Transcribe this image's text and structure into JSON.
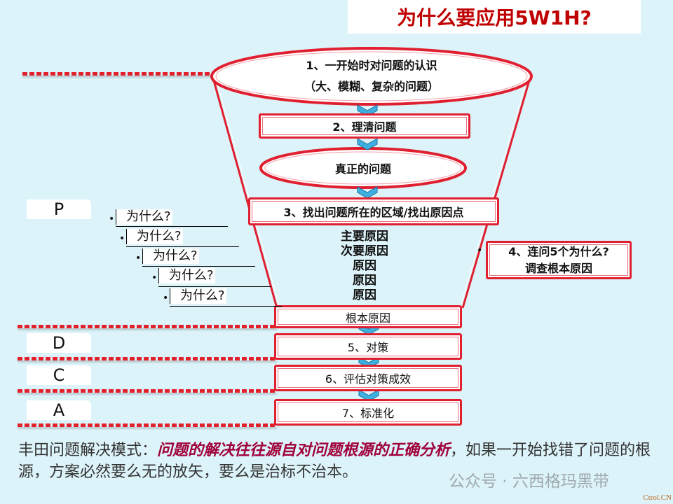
{
  "title": "为什么要应用5W1H?",
  "funnel": {
    "step1_line1": "1、一开始时对问题的认识",
    "step1_line2": "（大、模糊、复杂的问题）",
    "step2": "2、理清问题",
    "real_problem": "真正的问题",
    "step3": "3、找出问题所在的区域/找出原因点",
    "causes": [
      "主要原因",
      "次要原因",
      "原因",
      "原因",
      "原因"
    ],
    "root_cause": "根本原因",
    "step5": "5、对策",
    "step6": "6、评估对策成效",
    "step7": "7、标准化"
  },
  "side_note": {
    "bullet": "•",
    "line1": "4、连问5个为什么?",
    "line2": "调查根本原因"
  },
  "whys": [
    {
      "bullet": "•",
      "label": "为什么?"
    },
    {
      "bullet": "•",
      "label": "为什么?"
    },
    {
      "bullet": "•",
      "label": "为什么?"
    },
    {
      "bullet": "•",
      "label": "为什么?"
    },
    {
      "bullet": "•",
      "label": "为什么?"
    }
  ],
  "pdca": {
    "p": "P",
    "d": "D",
    "c": "C",
    "a": "A"
  },
  "footer": {
    "prefix": "丰田问题解决模式：",
    "emphasis": "问题的解决往往源自对问题根源的正确分析",
    "suffix": "，如果一开始找错了问题的根源，方案必然要么无的放矢，要么是治标不治本。"
  },
  "watermark": "公众号 · 六西格玛黑带",
  "credit": "Ctrol.CN",
  "colors": {
    "background": "#dcf3f9",
    "accent_red": "#e02030",
    "title_red": "#c00000",
    "chevron_blue": "#3db0e0",
    "emphasis": "#a0003a"
  }
}
